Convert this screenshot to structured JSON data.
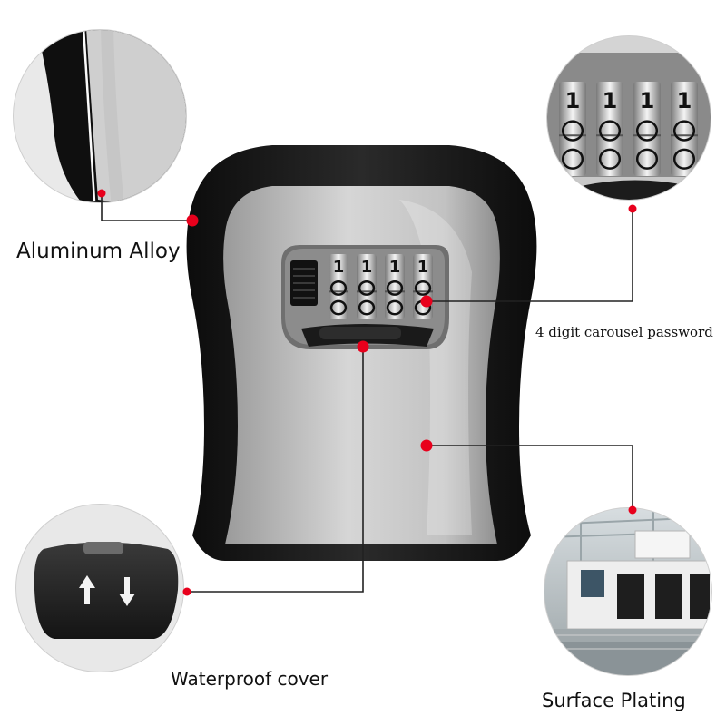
{
  "callouts": {
    "aluminum_alloy": "Aluminum Alloy",
    "password": "4 digit carousel password",
    "waterproof_cover": "Waterproof cover",
    "surface_plating": "Surface Plating"
  },
  "dials": {
    "digit": "1",
    "count": 4
  },
  "cover_icons": [
    "up-arrow-icon",
    "down-arrow-icon"
  ],
  "colors": {
    "marker": "#e8001c",
    "body_black": "#1a1a1a",
    "plate_grey": "#b9b9b9",
    "line": "#222222"
  }
}
